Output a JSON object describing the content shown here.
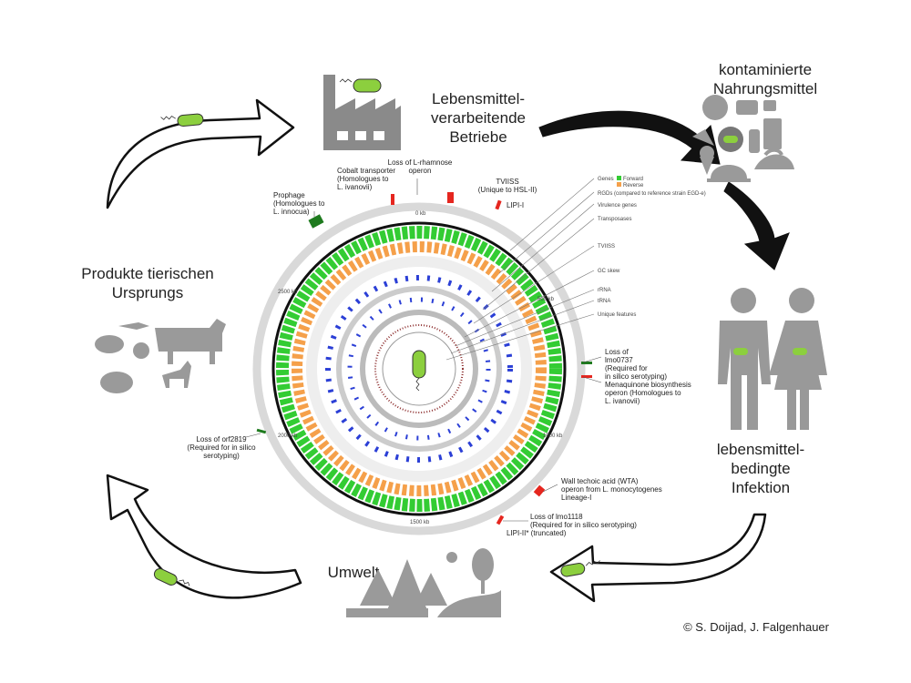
{
  "stages": {
    "processing": "Lebensmittel-\nverarbeitende\nBetriebe",
    "contaminated": "kontaminierte\nNahrungsmittel",
    "infection": "lebensmittel-\nbedingte\nInfektion",
    "environment": "Umwelt",
    "animal": "Produkte tierischen\nUrsprungs"
  },
  "annotations": {
    "rhamnose": "Loss of L-rhamnose\noperon",
    "cobalt": "Cobalt transporter\n(Homologues to\nL. ivanovii)",
    "tviiss_top": "TVIISS\n(Unique to HSL-II)",
    "lipi1": "LIPI-I",
    "prophage": "Prophage\n(Homologues to\nL. innocua)",
    "lmo0737": "Loss of\nlmo0737\n(Required for\nin silico serotyping)",
    "menaquinone": "Menaquinone biosynthesis\noperon (Homologues to\nL. ivanovii)",
    "orf2819": "Loss of orf2819\n(Required for in silico\nserotyping)",
    "wta": "Wall techoic acid (WTA)\noperon from L. monocytogenes\nLineage-I",
    "lmo1118": "Loss of lmo1118\n(Required for in silico serotyping)",
    "lipi2": "LIPI-II* (truncated)"
  },
  "legend": {
    "genes": "Genes",
    "forward": "Forward",
    "reverse": "Reverse",
    "rgds": "RGDs (compared to reference strain EGD-e)",
    "virulence": "Virulence genes",
    "transposases": "Transposases",
    "tviiss": "TVIISS",
    "gc_skew": "GC skew",
    "rrna": "rRNA",
    "trna": "tRNA",
    "unique": "Unique features"
  },
  "ring_ticks": [
    "0 kb",
    "500 kb",
    "1000 kb",
    "1500 kb",
    "2000 kb",
    "2500 kb"
  ],
  "colors": {
    "green": "#33cc33",
    "orange": "#f5a04a",
    "blue": "#2b3fd6",
    "red": "#e5261f",
    "dark_green": "#1e7a1e",
    "gray": "#9a9a9a",
    "light_gray": "#d9d9d9",
    "bacterium": "#8ccf3e"
  },
  "credit": "© S. Doijad, J. Falgenhauer"
}
